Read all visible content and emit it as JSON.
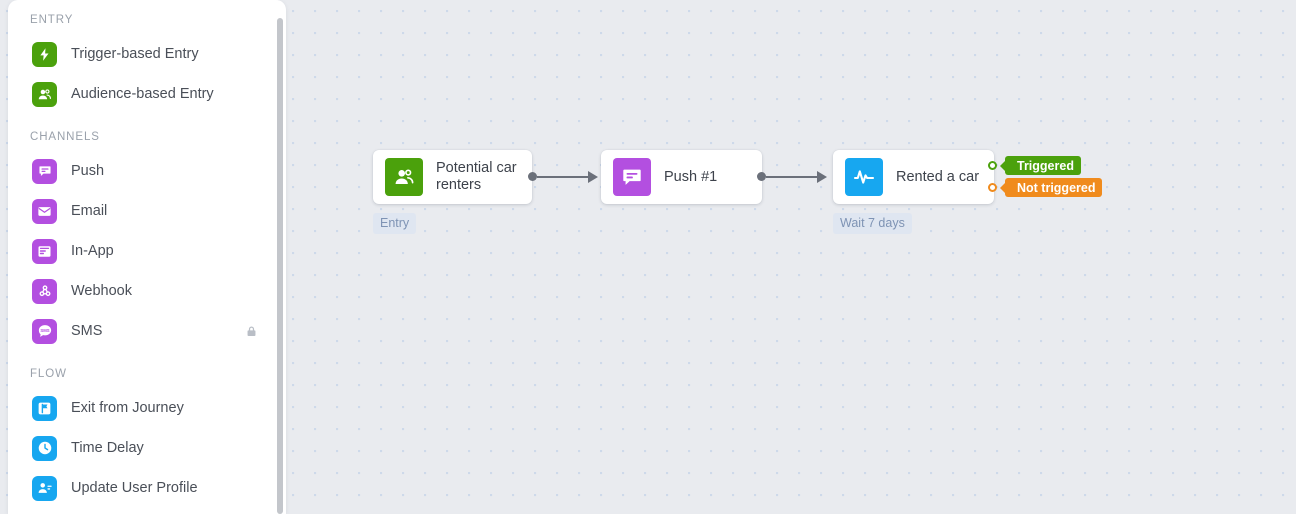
{
  "sidebar": {
    "sections": [
      {
        "title": "ENTRY",
        "items": [
          {
            "label": "Trigger-based Entry",
            "icon": "lightning-bolt-icon",
            "color": "#4ba10c",
            "locked": false
          },
          {
            "label": "Audience-based Entry",
            "icon": "audience-people-icon",
            "color": "#4ba10c",
            "locked": false
          }
        ]
      },
      {
        "title": "CHANNELS",
        "items": [
          {
            "label": "Push",
            "icon": "push-message-icon",
            "color": "#b34fe0",
            "locked": false
          },
          {
            "label": "Email",
            "icon": "envelope-icon",
            "color": "#b34fe0",
            "locked": false
          },
          {
            "label": "In-App",
            "icon": "in-app-window-icon",
            "color": "#b34fe0",
            "locked": false
          },
          {
            "label": "Webhook",
            "icon": "webhook-icon",
            "color": "#b34fe0",
            "locked": false
          },
          {
            "label": "SMS",
            "icon": "sms-bubble-icon",
            "color": "#b34fe0",
            "locked": true
          }
        ]
      },
      {
        "title": "FLOW",
        "items": [
          {
            "label": "Exit from Journey",
            "icon": "exit-flag-icon",
            "color": "#17a7f0",
            "locked": false
          },
          {
            "label": "Time Delay",
            "icon": "clock-icon",
            "color": "#17a7f0",
            "locked": false
          },
          {
            "label": "Update User Profile",
            "icon": "user-edit-icon",
            "color": "#17a7f0",
            "locked": false
          }
        ]
      }
    ],
    "lock_icon": "lock-icon"
  },
  "canvas": {
    "nodes": [
      {
        "id": "entry",
        "label": "Potential car renters",
        "icon": "audience-people-icon",
        "color": "#4ba10c",
        "chip": "Entry"
      },
      {
        "id": "push",
        "label": "Push #1",
        "icon": "push-message-icon",
        "color": "#b34fe0",
        "chip": ""
      },
      {
        "id": "rented",
        "label": "Rented a car",
        "icon": "activity-pulse-icon",
        "color": "#17a7f0",
        "chip": "Wait 7 days"
      }
    ],
    "outputs": [
      {
        "label": "Triggered",
        "color": "#4ba10c",
        "state": "ok"
      },
      {
        "label": "Not triggered",
        "color": "#f08b1d",
        "state": "warn"
      }
    ]
  }
}
